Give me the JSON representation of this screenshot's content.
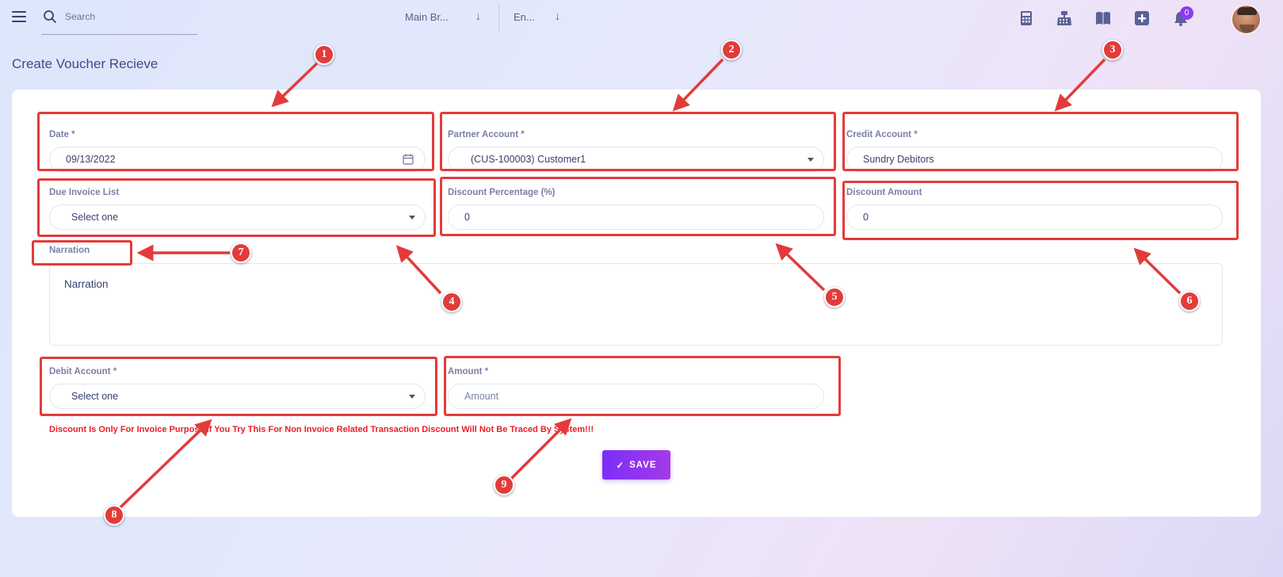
{
  "topbar": {
    "search_placeholder": "Search",
    "branch_label": "Main Br...",
    "language_label": "En...",
    "notification_count": "0",
    "icons": [
      "menu-icon",
      "search-icon",
      "calculator-icon",
      "cash-register-icon",
      "book-icon",
      "add-icon",
      "bell-icon"
    ]
  },
  "page": {
    "title": "Create Voucher Recieve"
  },
  "form": {
    "date_label": "Date *",
    "date_value": "09/13/2022",
    "partner_label": "Partner Account *",
    "partner_value": "(CUS-100003) Customer1",
    "credit_label": "Credit Account *",
    "credit_value": "Sundry Debitors",
    "due_invoice_label": "Due Invoice List",
    "due_invoice_value": "Select one",
    "discount_pct_label": "Discount Percentage (%)",
    "discount_pct_value": "0",
    "discount_amt_label": "Discount Amount",
    "discount_amt_value": "0",
    "narration_label": "Narration",
    "narration_placeholder": "Narration",
    "debit_label": "Debit Account *",
    "debit_value": "Select one",
    "amount_label": "Amount *",
    "amount_placeholder": "Amount",
    "warning": "Discount Is Only For Invoice Purpose.If You Try This For Non Invoice Related Transaction Discount Will Not Be Traced By System!!!",
    "save_label": "SAVE",
    "save_check": "✓"
  },
  "annotations": [
    "1",
    "2",
    "3",
    "4",
    "5",
    "6",
    "7",
    "8",
    "9"
  ],
  "colors": {
    "annotation": "#e33b3b",
    "accent": "#7b2ff7",
    "warning": "#ee1c24"
  }
}
